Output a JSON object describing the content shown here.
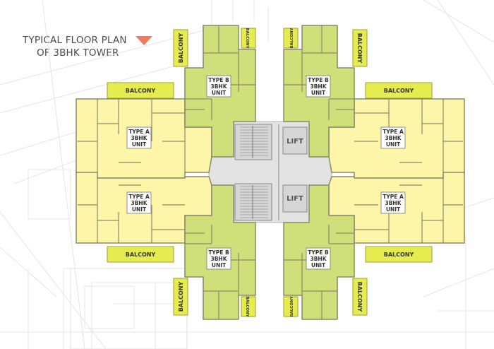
{
  "title": {
    "line1": "TYPICAL FLOOR PLAN",
    "line2": "OF 3BHK TOWER",
    "marker_color": "#ef7a5f"
  },
  "colors": {
    "type_a_fill": "#fdf5a8",
    "type_b_fill": "#cfe07a",
    "balcony_fill": "#e6ec4f",
    "core_fill": "#e3e3e3",
    "wall": "#8a8a6a"
  },
  "units": {
    "type_a": [
      "TYPE A",
      "3BHK",
      "UNIT"
    ],
    "type_b": [
      "TYPE B",
      "3BHK",
      "UNIT"
    ]
  },
  "labels": {
    "balcony": "BALCONY",
    "lift": "LIFT"
  }
}
